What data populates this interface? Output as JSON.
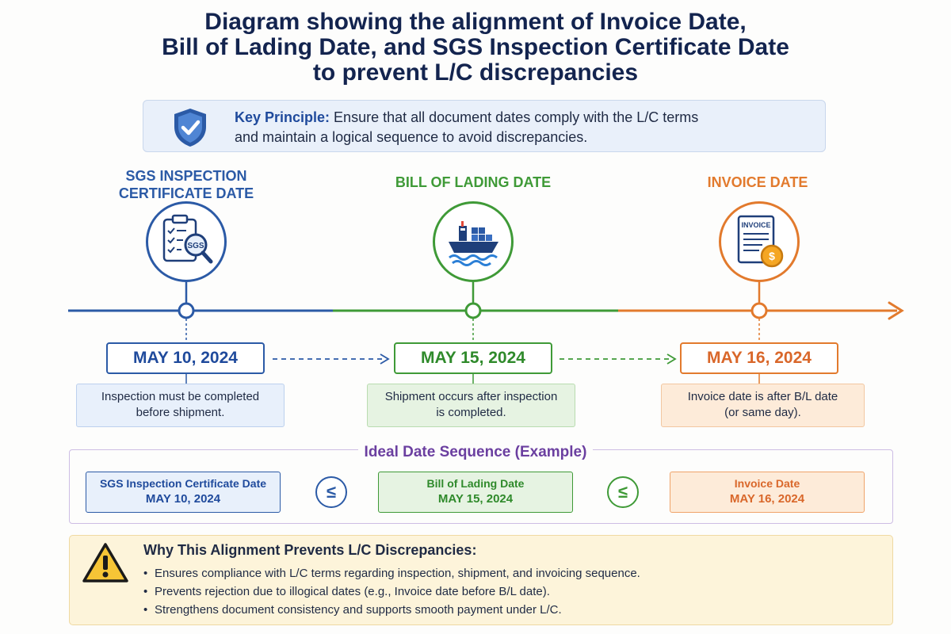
{
  "title": {
    "line1": "Diagram showing the alignment of Invoice Date,",
    "line2": "Bill of Lading Date, and SGS Inspection Certificate Date",
    "line3": "to prevent L/C discrepancies"
  },
  "principle": {
    "label": "Key Principle:",
    "text1": " Ensure that all document dates comply with the L/C terms",
    "text2": "and maintain a logical sequence to avoid discrepancies.",
    "icon": "shield-check-icon"
  },
  "stages": [
    {
      "heading1": "SGS INSPECTION",
      "heading2": "CERTIFICATE DATE",
      "icon_label": "SGS",
      "icon": "clipboard-magnifier-icon",
      "date": "MAY 10, 2024",
      "note1": "Inspection must be completed",
      "note2": "before shipment.",
      "color": "#2b5aa6"
    },
    {
      "heading1": "BILL OF LADING DATE",
      "icon": "cargo-ship-icon",
      "date": "MAY 15, 2024",
      "note1": "Shipment occurs after inspection",
      "note2": "is completed.",
      "color": "#3f9a37"
    },
    {
      "heading1": "INVOICE DATE",
      "icon_label": "INVOICE",
      "icon": "invoice-coin-icon",
      "date": "MAY 16, 2024",
      "note1": "Invoice date is after B/L date",
      "note2": "(or same day).",
      "color": "#e27a2d"
    }
  ],
  "sequence": {
    "title": "Ideal Date Sequence (Example)",
    "items": [
      {
        "label": "SGS Inspection Certificate Date",
        "date": "MAY 10, 2024"
      },
      {
        "label": "Bill of Lading Date",
        "date": "MAY 15, 2024"
      },
      {
        "label": "Invoice Date",
        "date": "MAY 16, 2024"
      }
    ],
    "operator": "≤"
  },
  "why": {
    "title": "Why This Alignment Prevents L/C Discrepancies:",
    "icon": "warning-triangle-icon",
    "bullets": [
      "Ensures compliance with L/C terms regarding inspection, shipment, and invoicing sequence.",
      "Prevents rejection due to illogical dates (e.g., Invoice date before B/L date).",
      "Strengthens document consistency and supports smooth payment under L/C."
    ]
  },
  "colors": {
    "blue": "#2b5aa6",
    "green": "#3f9a37",
    "orange": "#e27a2d",
    "purple": "#6b3fa0",
    "navy": "#13244f"
  }
}
